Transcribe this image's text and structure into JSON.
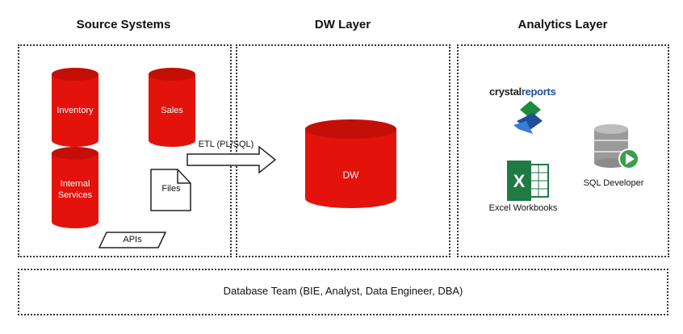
{
  "headers": {
    "source": "Source Systems",
    "dw": "DW Layer",
    "analytics": "Analytics Layer"
  },
  "source_systems": {
    "inventory": "Inventory",
    "sales": "Sales",
    "internal_line1": "Internal",
    "internal_line2": "Services",
    "files": "Files",
    "apis": "APIs"
  },
  "etl_label": "ETL (PL/SQL)",
  "dw_label": "DW",
  "analytics": {
    "crystal_word1": "crystal",
    "crystal_word2": "reports",
    "excel_label": "Excel Workbooks",
    "sql_dev_label": "SQL Developer"
  },
  "team_label": "Database Team (BIE, Analyst, Data Engineer, DBA)",
  "colors": {
    "cylinder_red": "#e3120b",
    "excel_green": "#1f7a44",
    "crystal_blue": "#1e4e9c",
    "sqldev_grey": "#8c8c8c",
    "sqldev_play": "#3a9e4a"
  }
}
